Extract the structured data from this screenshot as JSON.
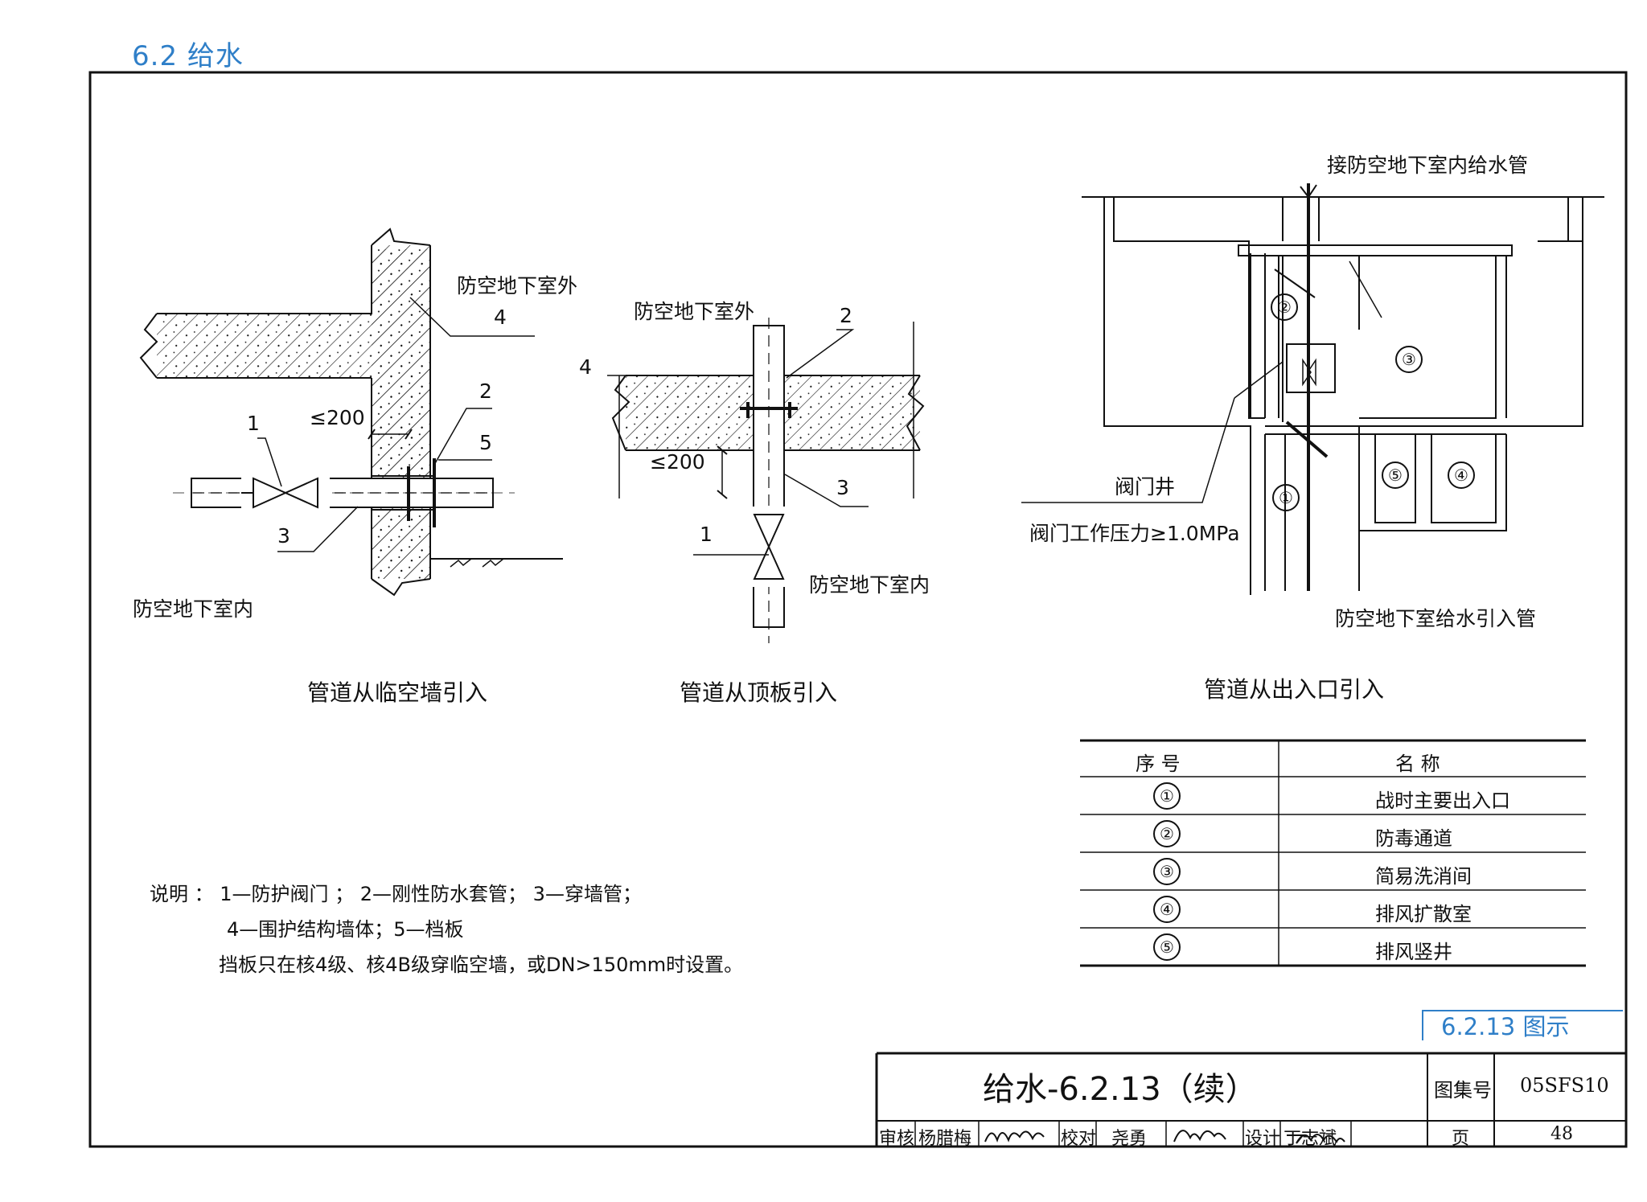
{
  "header": "6.2 给水",
  "diagram1": {
    "caption": "管道从临空墙引入",
    "outside_label": "防空地下室外",
    "inside_label": "防空地下室内",
    "dimension": "≤200",
    "callouts": [
      "1",
      "2",
      "3",
      "4",
      "5"
    ]
  },
  "diagram2": {
    "caption": "管道从顶板引入",
    "outside_label": "防空地下室外",
    "inside_label": "防空地下室内",
    "dimension": "≤200",
    "callouts": [
      "1",
      "2",
      "3",
      "4"
    ]
  },
  "diagram3": {
    "caption": "管道从出入口引入",
    "top_label": "接防空地下室内给水管",
    "valve_well": "阀门井",
    "valve_pressure": "阀门工作压力≥1.0MPa",
    "bottom_label": "防空地下室给水引入管",
    "room_marks": [
      "①",
      "②",
      "③",
      "④",
      "⑤"
    ]
  },
  "notes": {
    "line1": "说明 ：  1—防护阀门  ；  2—刚性防水套管；  3—穿墙管；",
    "line2": "4—围护结构墙体；5—档板",
    "line3": "挡板只在核4级、核4B级穿临空墙，或DN>150mm时设置。"
  },
  "legend": {
    "header_no": "序    号",
    "header_name": "名      称",
    "rows": [
      {
        "no": "①",
        "name": "战时主要出入口"
      },
      {
        "no": "②",
        "name": "防毒通道"
      },
      {
        "no": "③",
        "name": "简易洗消间"
      },
      {
        "no": "④",
        "name": "排风扩散室"
      },
      {
        "no": "⑤",
        "name": "排风竖井"
      }
    ]
  },
  "ref_tab": "6.2.13 图示",
  "title_block": {
    "title": "给水-6.2.13（续）",
    "atlas_label": "图集号",
    "atlas_no": "05SFS10",
    "review_label": "审核",
    "reviewer": "杨腊梅",
    "check_label": "校对",
    "checker": "尧勇",
    "design_label": "设计",
    "designer": "丁志斌",
    "page_label": "页",
    "page_no": "48"
  },
  "colors": {
    "accent": "#2f7fc8",
    "ink": "#111111"
  }
}
